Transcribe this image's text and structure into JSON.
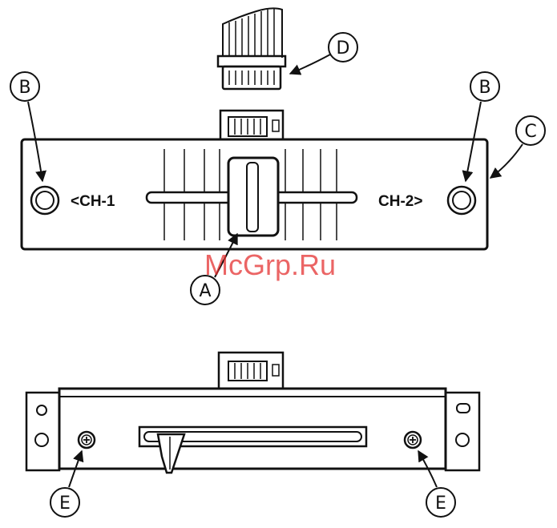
{
  "callouts": {
    "A": "A",
    "B_left": "B",
    "B_right": "B",
    "C": "C",
    "D": "D",
    "E_left": "E",
    "E_right": "E"
  },
  "panel": {
    "ch1_label": "<CH-1",
    "ch2_label": "CH-2>"
  },
  "watermark": "McGrp.Ru",
  "colors": {
    "line": "#111111",
    "watermark": "#e32a2a",
    "background": "#ffffff"
  }
}
